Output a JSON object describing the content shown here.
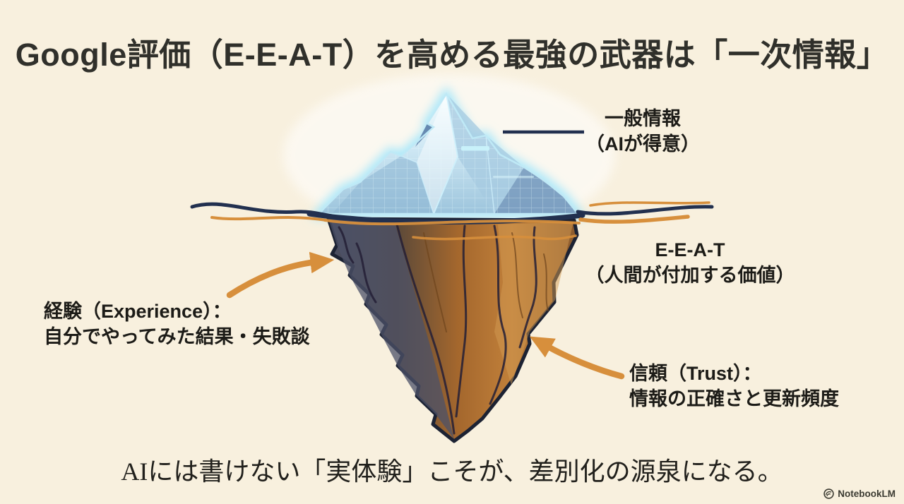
{
  "slide": {
    "title": "Google評価（E-E-A-T）を高める最強の武器は「一次情報」",
    "footer": "AIには書けない「実体験」こそが、差別化の源泉になる。"
  },
  "labels": {
    "general": {
      "line1": "一般情報",
      "line2": "（AIが得意）"
    },
    "eeat": {
      "line1": "E-E-A-T",
      "line2": "（人間が付加する価値）"
    },
    "experience": {
      "line1": "経験（Experience）：",
      "line2": "自分でやってみた結果・失敗談"
    },
    "trust": {
      "line1": "信頼（Trust）：",
      "line2": "情報の正確さと更新頻度"
    }
  },
  "brand": {
    "name": "NotebookLM"
  },
  "colors": {
    "background": "#f8f0de",
    "title_text": "#30302b",
    "label_text": "#1c1b17",
    "footer_text": "#21201c",
    "brand_text": "#3b3a31",
    "navy": "#22304f",
    "orange": "#d78f3c"
  }
}
